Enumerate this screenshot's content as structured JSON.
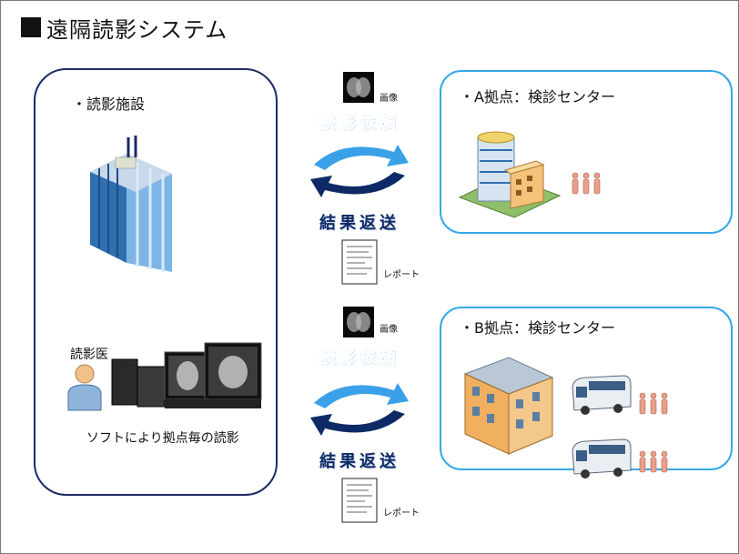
{
  "title": "遠隔読影システム",
  "facility": {
    "label": "・読影施設",
    "doctor_label": "読影医",
    "caption": "ソフトにより拠点毎の読影"
  },
  "center_a": {
    "label": "・A拠点：検診センター"
  },
  "center_b": {
    "label": "・B拠点：検診センター"
  },
  "flow_upper": {
    "image_label": "画像",
    "request_label": "読影依頼",
    "return_label": "結果返送",
    "report_label": "レポート"
  },
  "flow_lower": {
    "image_label": "画像",
    "request_label": "読影依頼",
    "return_label": "結果返送",
    "report_label": "レポート"
  },
  "colors": {
    "panel_left_border": "#1b2a66",
    "panel_right_border": "#35a8e8",
    "arrow_light": "#3aa0e8",
    "arrow_dark": "#0e2a66"
  }
}
